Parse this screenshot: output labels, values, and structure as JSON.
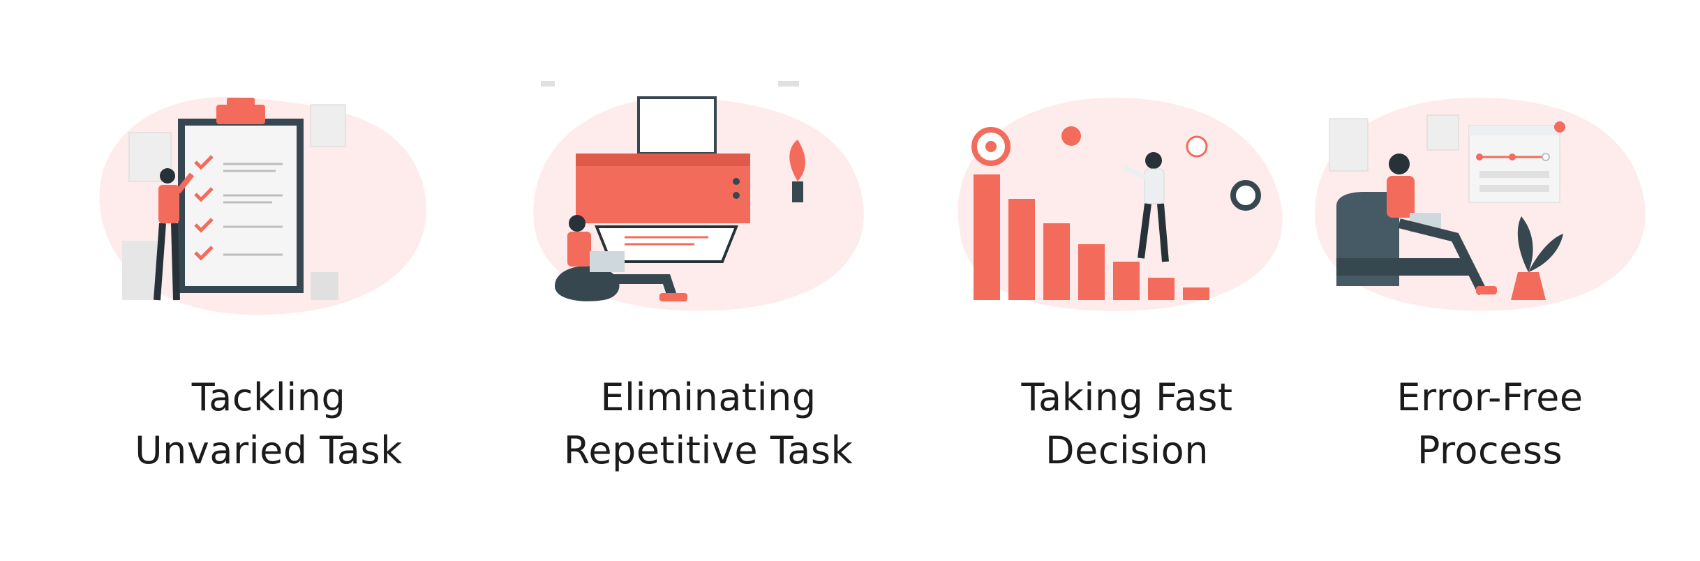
{
  "features": [
    {
      "line1": "Tackling",
      "line2": "Unvaried Task",
      "illustration": "checklist-illustration"
    },
    {
      "line1": "Eliminating",
      "line2": "Repetitive Task",
      "illustration": "printer-illustration"
    },
    {
      "line1": "Taking Fast",
      "line2": "Decision",
      "illustration": "growth-chart-illustration"
    },
    {
      "line1": "Error-Free",
      "line2": "Process",
      "illustration": "form-progress-illustration"
    }
  ],
  "colors": {
    "accent": "#f26b5b",
    "dark": "#37474f",
    "blob": "#fdeceb",
    "text": "#1b1b1b"
  }
}
